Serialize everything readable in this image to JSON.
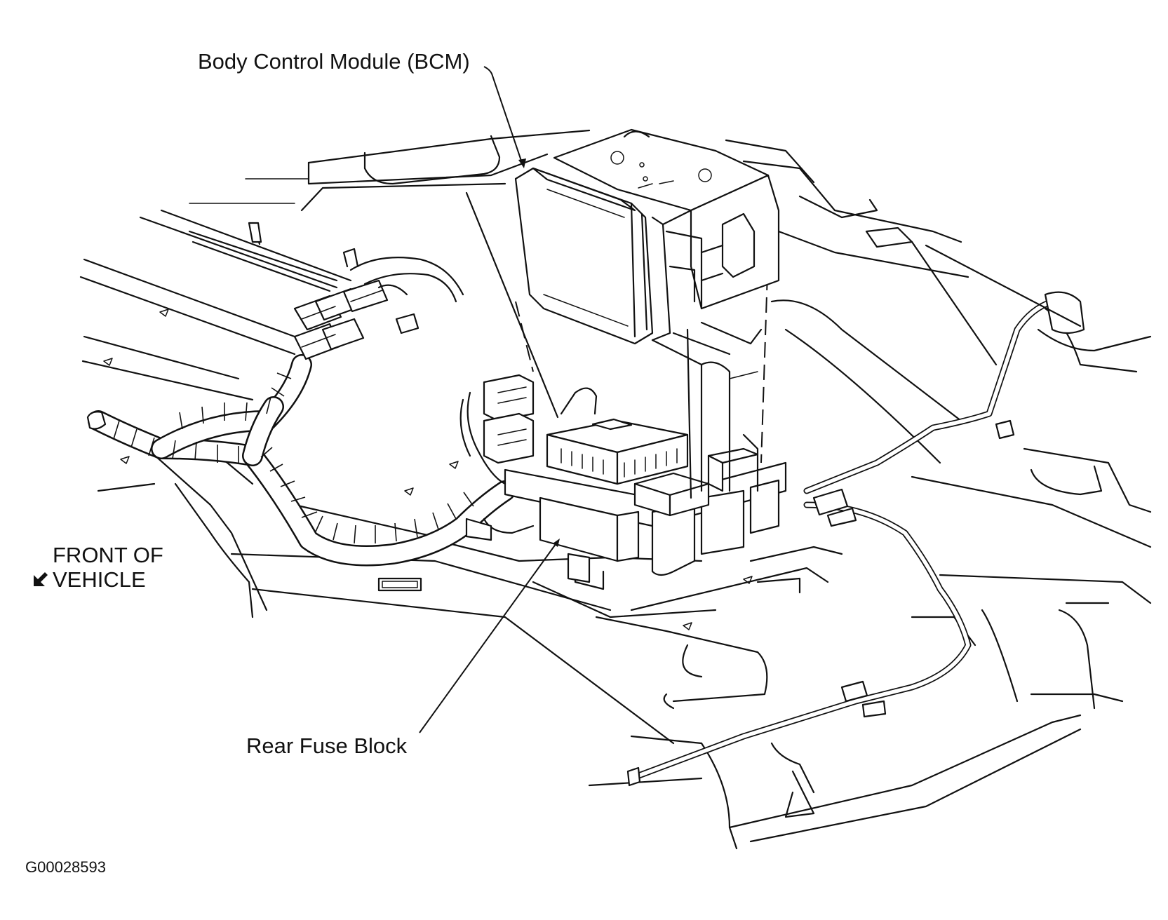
{
  "labels": {
    "bcm": "Body Control Module (BCM)",
    "rear_fuse_block": "Rear Fuse Block",
    "front_line1": "FRONT OF",
    "front_line2": "VEHICLE"
  },
  "figure_code": "G00028593",
  "icons": {
    "front_arrow": "arrow-down-left-icon"
  },
  "colors": {
    "ink": "#111111",
    "background": "#ffffff"
  }
}
